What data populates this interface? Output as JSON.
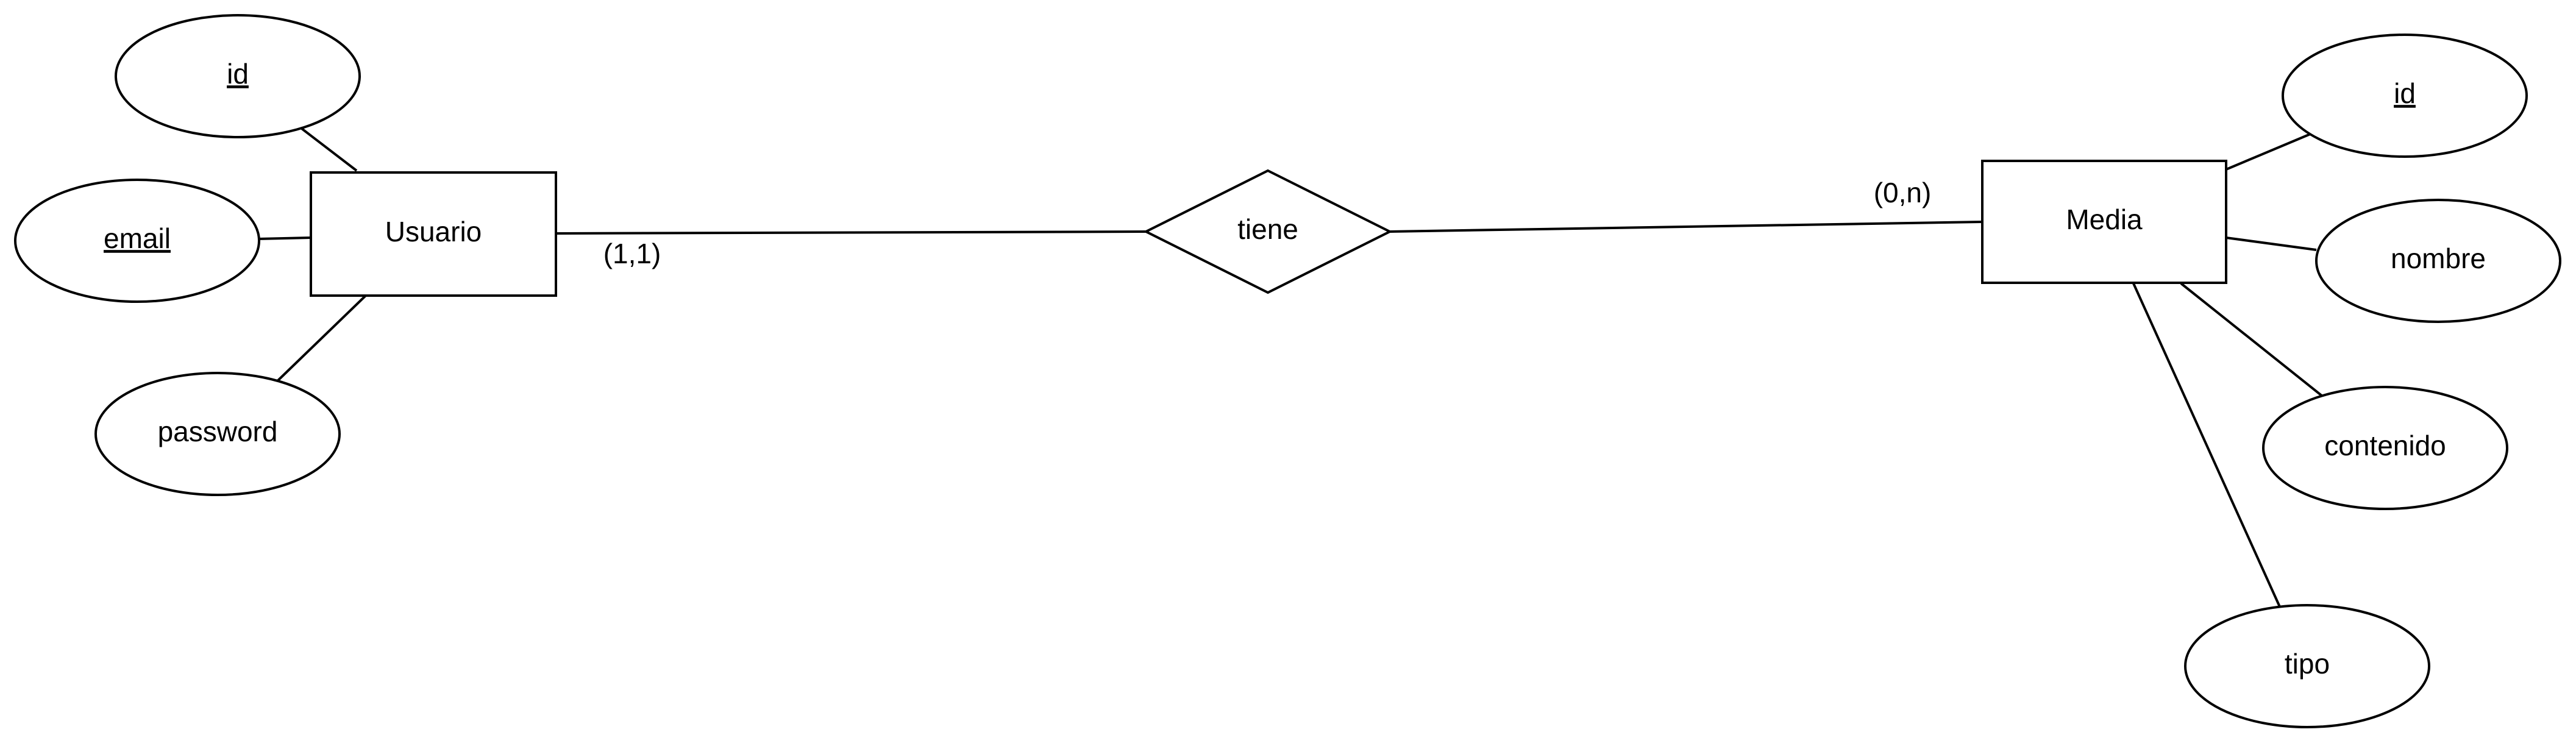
{
  "entities": {
    "usuario": "Usuario",
    "media": "Media"
  },
  "relationship": {
    "tiene": "tiene"
  },
  "cardinalities": {
    "usuario_side": "(1,1)",
    "media_side": "(0,n)"
  },
  "usuario_attributes": {
    "id": "id",
    "email": "email",
    "password": "password"
  },
  "media_attributes": {
    "id": "id",
    "nombre": "nombre",
    "contenido": "contenido",
    "tipo": "tipo"
  },
  "key_attributes": [
    "usuario.id",
    "usuario.email",
    "media.id"
  ]
}
